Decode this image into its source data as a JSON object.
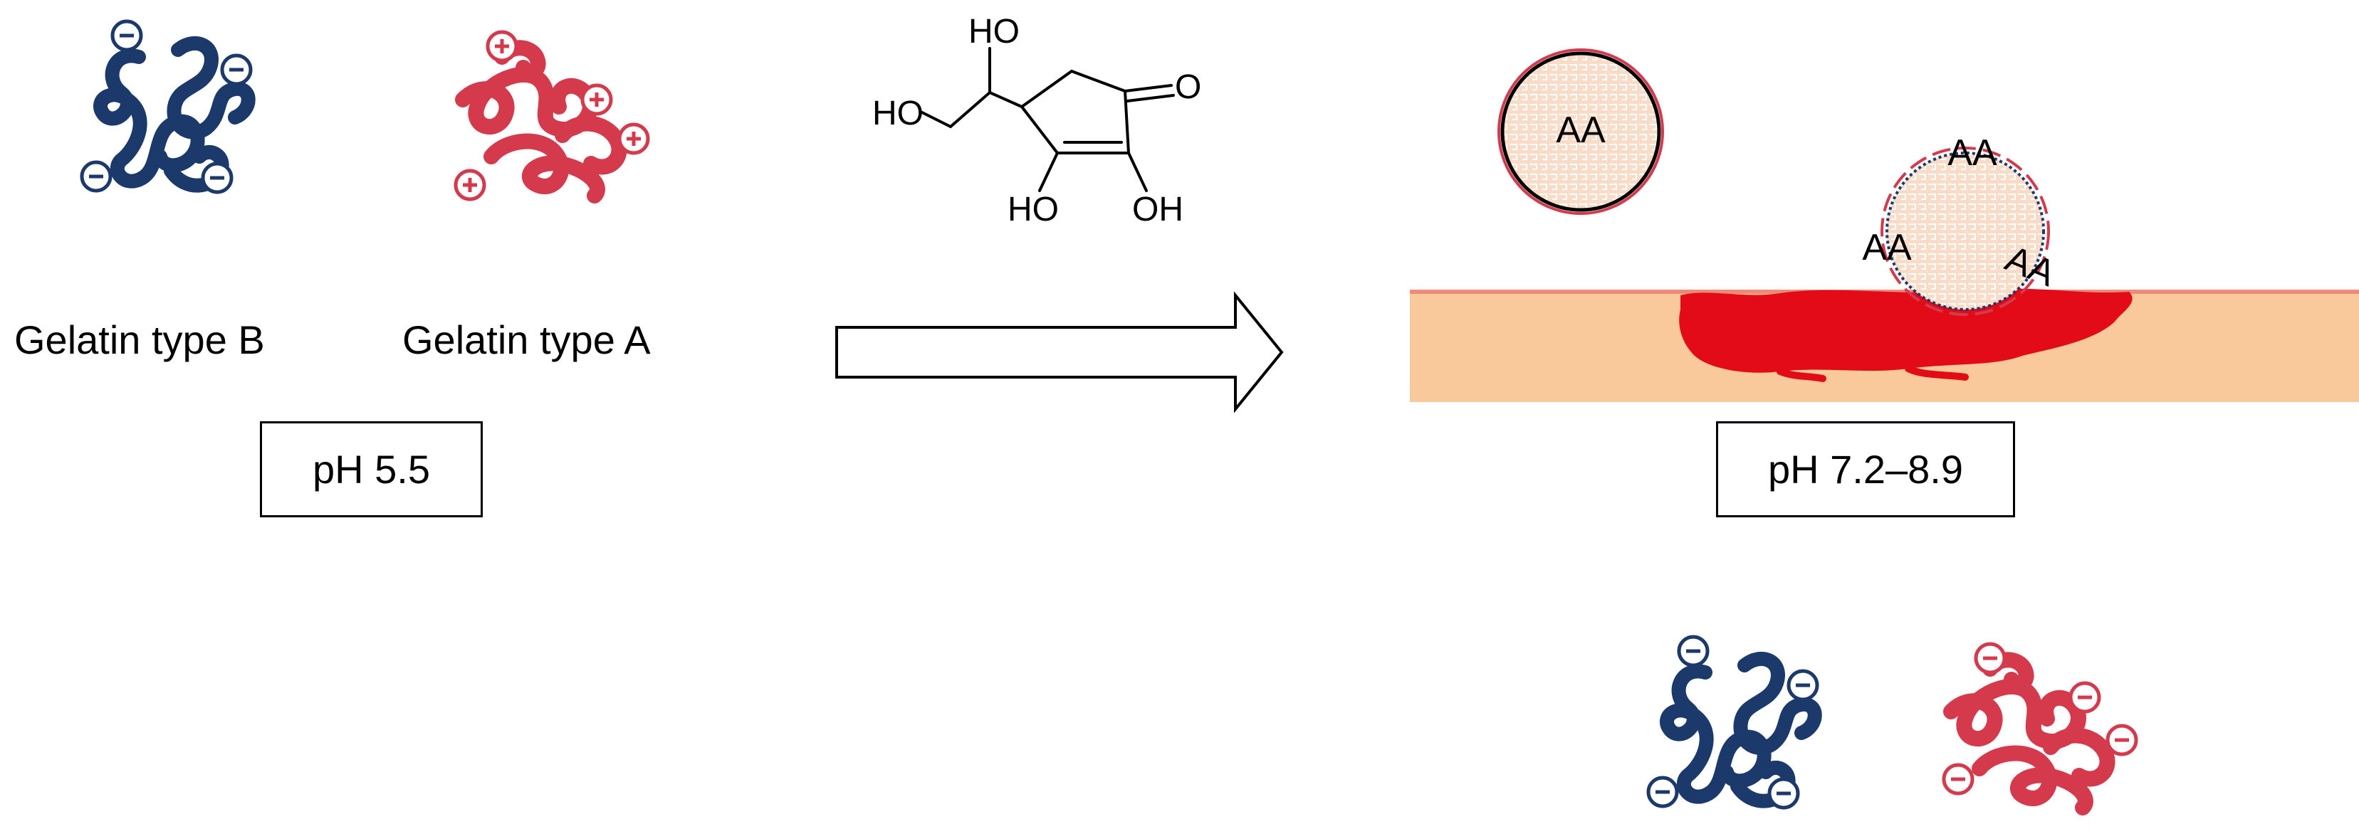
{
  "left": {
    "gelatin_b_label": "Gelatin type B",
    "gelatin_a_label": "Gelatin type A",
    "ph_label": "pH 5.5"
  },
  "molecule": {
    "ho_top": "HO",
    "ho_left": "HO",
    "o_ketone": "O",
    "ho_bottom": "HO",
    "oh_bottom": "OH"
  },
  "right": {
    "free_particle_label": "AA",
    "bound_particle_label": "AA",
    "released_label_1": "AA",
    "released_label_2": "AA",
    "ph_label": "pH 7.2–8.9"
  },
  "charges": {
    "negative": "⊖",
    "positive": "⊕"
  },
  "colors": {
    "gelatin_b": "#1b3a6b",
    "gelatin_a": "#d43a4c",
    "skin": "#f9c89b",
    "skin_edge": "#ef8a7a",
    "wound": "#e30b17",
    "particle_fill": "#f8dcc8"
  }
}
